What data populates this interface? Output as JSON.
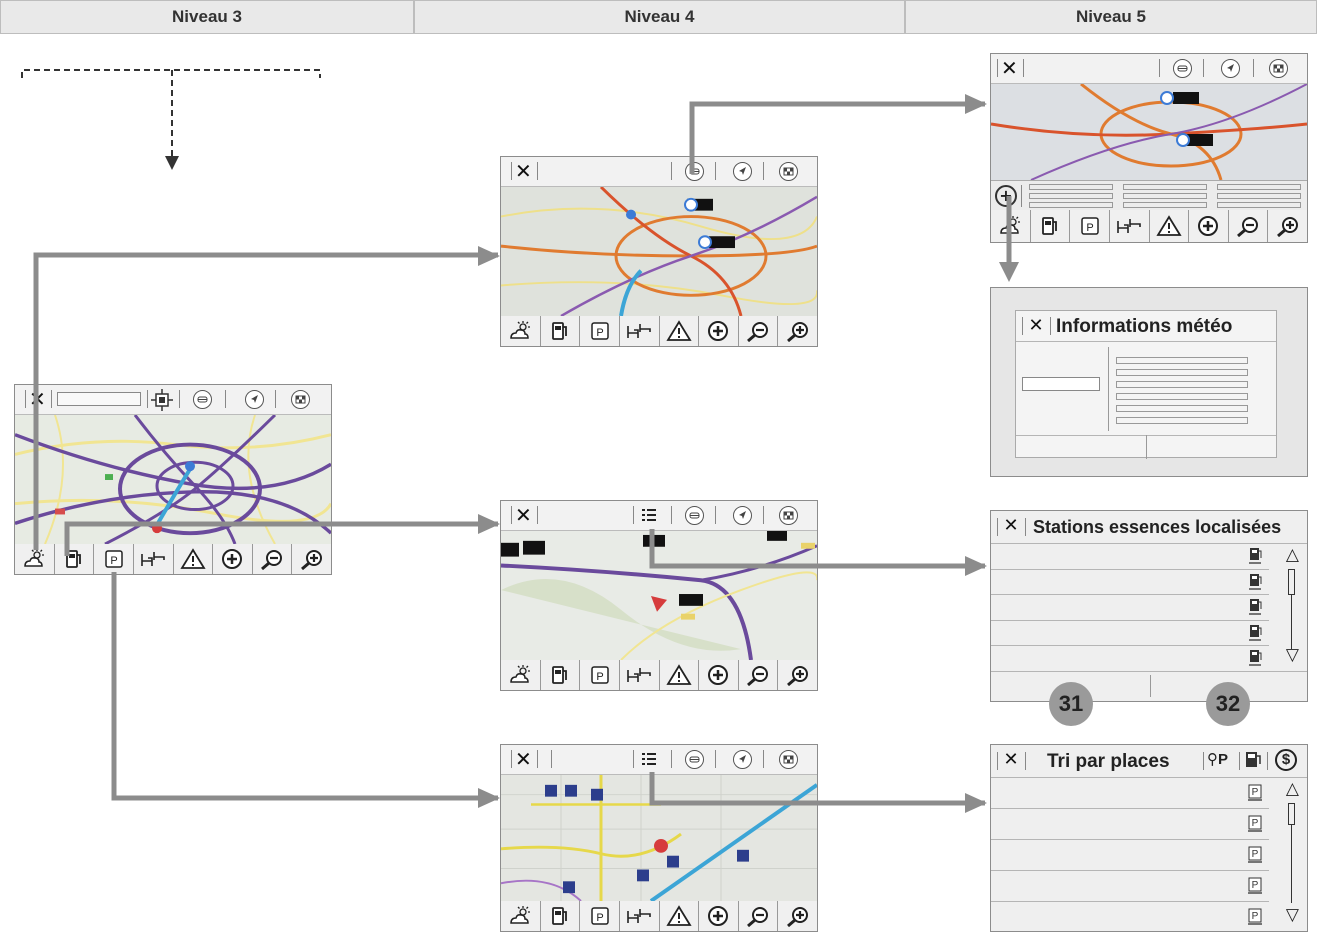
{
  "headers": {
    "col3": "Niveau 3",
    "col4": "Niveau 4",
    "col5": "Niveau 5"
  },
  "toolbar_icons": [
    "weather-icon",
    "fuel-icon",
    "parking-icon",
    "hotel-icon",
    "warning-icon",
    "poi-plus-icon",
    "zoom-out-icon",
    "zoom-in-icon"
  ],
  "weather_panel": {
    "title": "Informations météo"
  },
  "fuel_panel": {
    "title": "Stations essences localisées",
    "row_count": 5
  },
  "parking_panel": {
    "title": "Tri par places",
    "sort_label": "P",
    "row_count": 5
  },
  "callouts": {
    "n31": "31",
    "n32": "32"
  },
  "colors": {
    "arrow": "#8c8c8c",
    "map_bg": "#e4e8e2",
    "road_purple": "#6a4a9c",
    "road_orange": "#e07b30",
    "route_blue": "#3ca5d6"
  }
}
